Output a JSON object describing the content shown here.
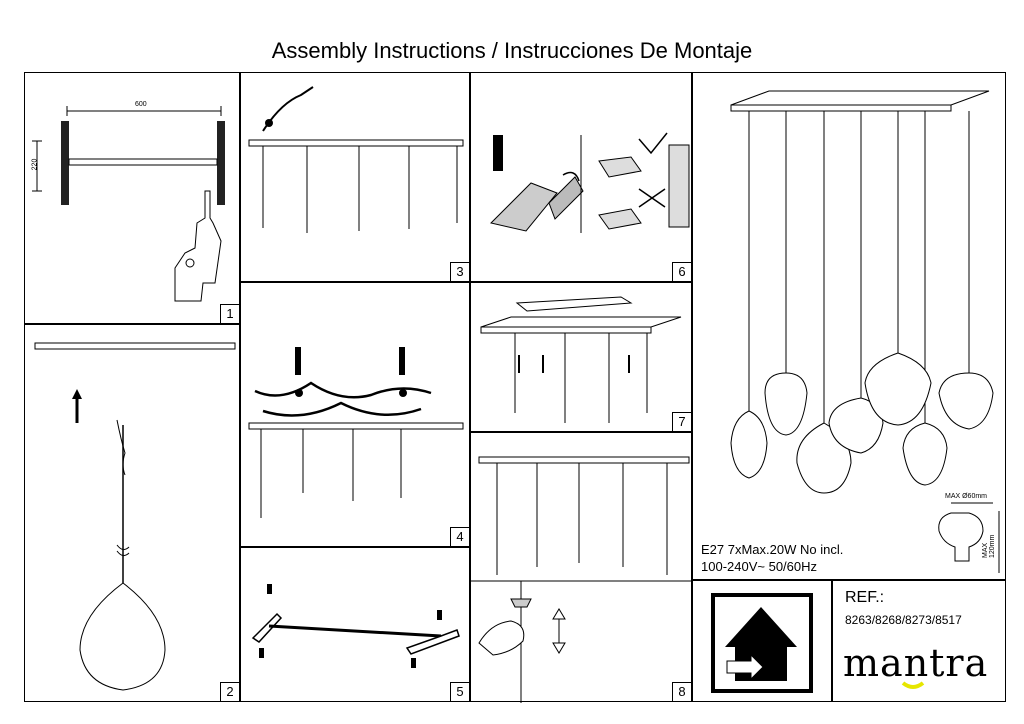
{
  "title": "Assembly Instructions / Instrucciones De Montaje",
  "steps": [
    "1",
    "2",
    "3",
    "4",
    "5",
    "6",
    "7",
    "8"
  ],
  "dimensions": {
    "width": "600",
    "height": "220"
  },
  "bulb": {
    "max_diameter": "MAX Ø60mm",
    "max_length": "MAX 120mm"
  },
  "specs": {
    "line1": "E27 7xMax.20W  No incl.",
    "line2": "100-240V~ 50/60Hz"
  },
  "ref": {
    "label": "REF.:",
    "codes": "8263/8268/8273/8517"
  },
  "brand": {
    "name": "mantra",
    "accent_color": "#e6e600"
  }
}
